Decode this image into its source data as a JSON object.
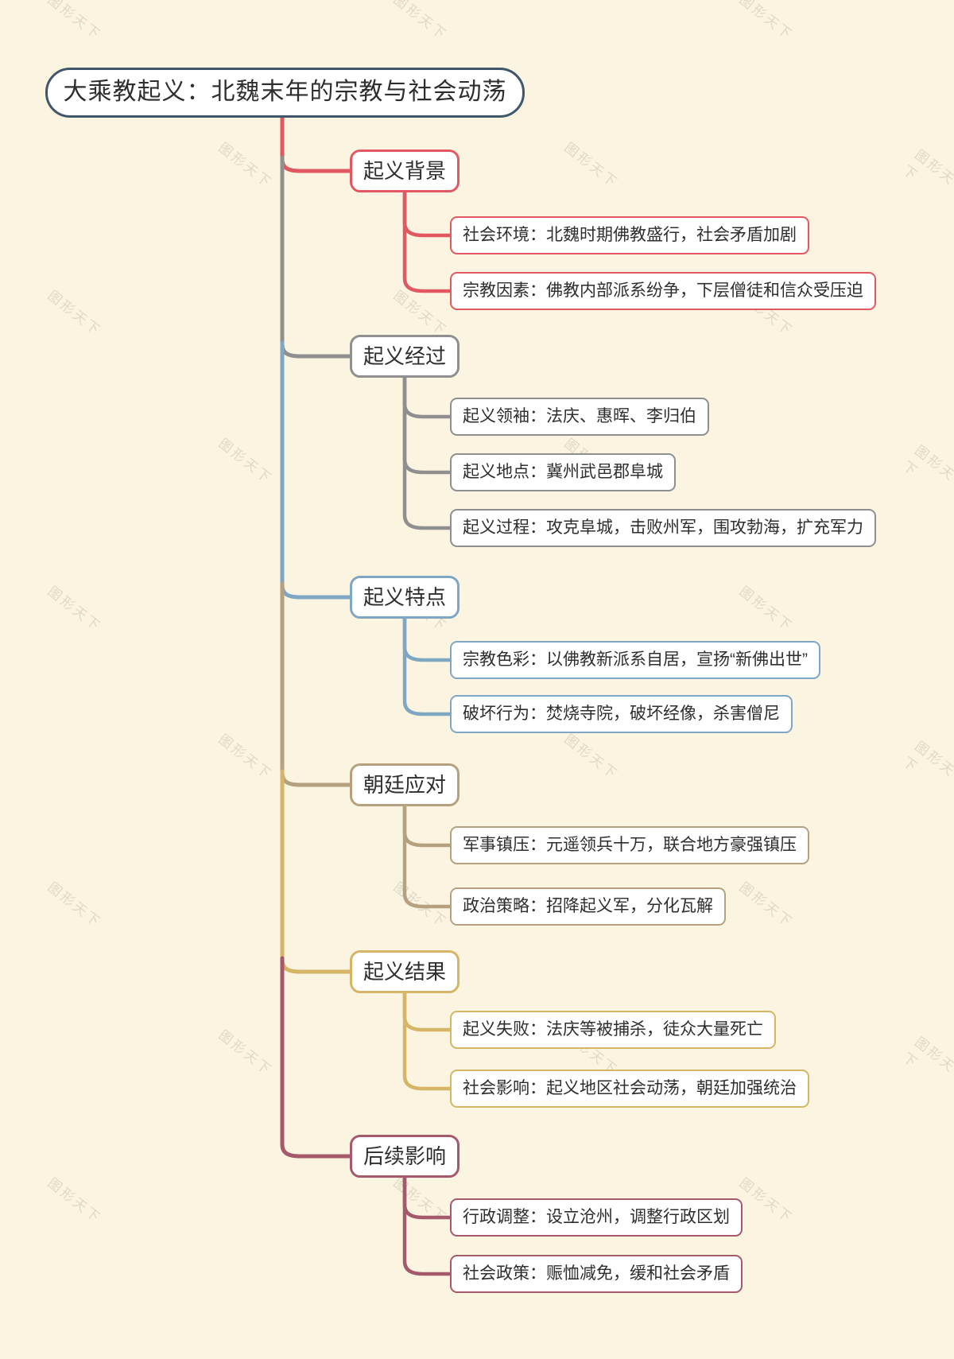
{
  "root": {
    "label": "大乘教起义：北魏末年的宗教与社会动荡"
  },
  "watermark": "图形天下",
  "colors": {
    "background": "#fbf4e1",
    "root_border": "#3f566b",
    "node_background": "#ffffff",
    "text": "#2e2e2e",
    "branch_red": "#e15862",
    "branch_gray": "#8f8f8f",
    "branch_blue": "#7fa7c3",
    "branch_tan": "#b5a17f",
    "branch_gold": "#d6b566",
    "branch_maroon": "#a4596c"
  },
  "branches": [
    {
      "label": "起义背景",
      "color": "#e15862",
      "children": [
        "社会环境：北魏时期佛教盛行，社会矛盾加剧",
        "宗教因素：佛教内部派系纷争，下层僧徒和信众受压迫"
      ]
    },
    {
      "label": "起义经过",
      "color": "#8f8f8f",
      "children": [
        "起义领袖：法庆、惠晖、李归伯",
        "起义地点：冀州武邑郡阜城",
        "起义过程：攻克阜城，击败州军，围攻勃海，扩充军力"
      ]
    },
    {
      "label": "起义特点",
      "color": "#7fa7c3",
      "children": [
        "宗教色彩：以佛教新派系自居，宣扬“新佛出世”",
        "破坏行为：焚烧寺院，破坏经像，杀害僧尼"
      ]
    },
    {
      "label": "朝廷应对",
      "color": "#b5a17f",
      "children": [
        "军事镇压：元遥领兵十万，联合地方豪强镇压",
        "政治策略：招降起义军，分化瓦解"
      ]
    },
    {
      "label": "起义结果",
      "color": "#d6b566",
      "children": [
        "起义失败：法庆等被捕杀，徒众大量死亡",
        "社会影响：起义地区社会动荡，朝廷加强统治"
      ]
    },
    {
      "label": "后续影响",
      "color": "#a4596c",
      "children": [
        "行政调整：设立沧州，调整行政区划",
        "社会政策：赈恤减免，缓和社会矛盾"
      ]
    }
  ]
}
